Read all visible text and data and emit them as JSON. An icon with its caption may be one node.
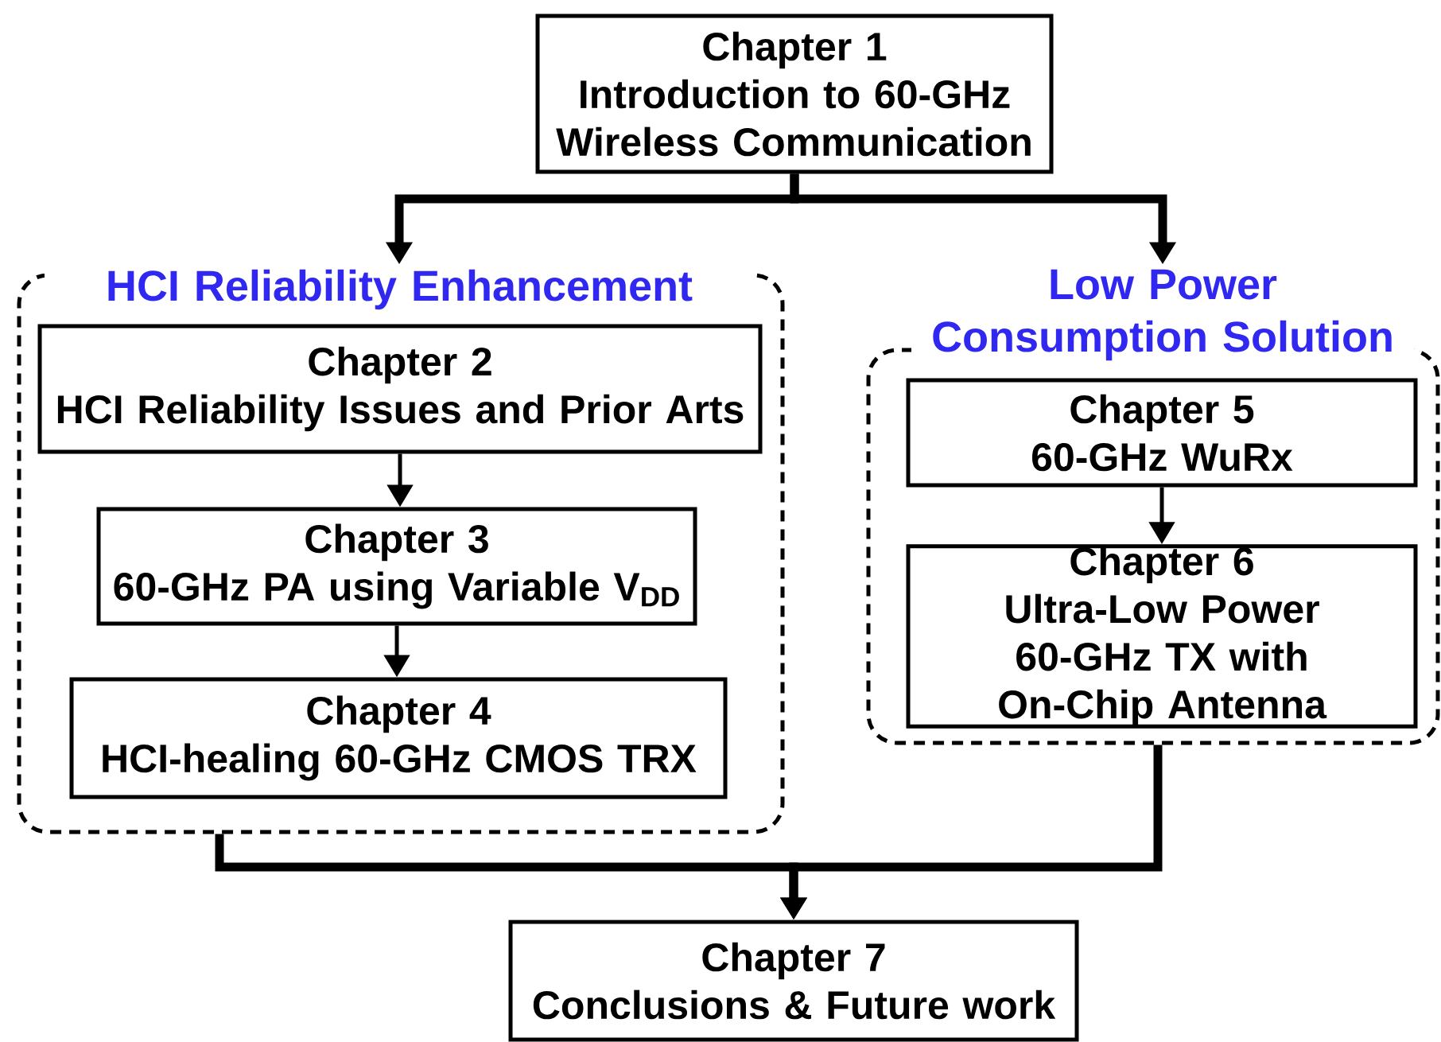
{
  "diagram": {
    "nodes": [
      {
        "text": [
          "Chapter 1",
          "Introduction to 60-GHz Wireless Communication"
        ]
      },
      {
        "text": [
          "HCI Reliability Enhancement"
        ]
      },
      {
        "text": [
          "Chapter 2",
          "HCI Reliability Issues and Prior Arts"
        ],
        "in": 1
      },
      {
        "text": [
          "Chapter 3",
          "60-GHz PA using Variable V$_{DD}$"
        ],
        "in": 1
      },
      {
        "text": [
          "Chapter 4",
          "HCI-healing 60-GHz CMOS TRX"
        ],
        "in": 1
      },
      {
        "text": [
          "Low Power Consumption Solution"
        ]
      },
      {
        "text": [
          "Chapter 5",
          "60-GHz WuRx"
        ],
        "in": 5
      },
      {
        "text": [
          "Chapter 6",
          "Ultra-Low Power 60-GHz TX with On-Chip Antenna"
        ],
        "in": 5
      },
      {
        "text": [
          "Chapter 7",
          "Conclusions & Future work"
        ]
      }
    ],
    "edges": [
      {
        "from": 0,
        "to": 1,
        "arrow": "to"
      },
      {
        "from": 0,
        "to": 5,
        "arrow": "to"
      },
      {
        "from": 2,
        "to": 3,
        "arrow": "to"
      },
      {
        "from": 3,
        "to": 4,
        "arrow": "to"
      },
      {
        "from": 6,
        "to": 7,
        "arrow": "to"
      },
      {
        "from": 1,
        "to": 8,
        "arrow": "to"
      },
      {
        "from": 5,
        "to": 8,
        "arrow": "to"
      }
    ]
  }
}
